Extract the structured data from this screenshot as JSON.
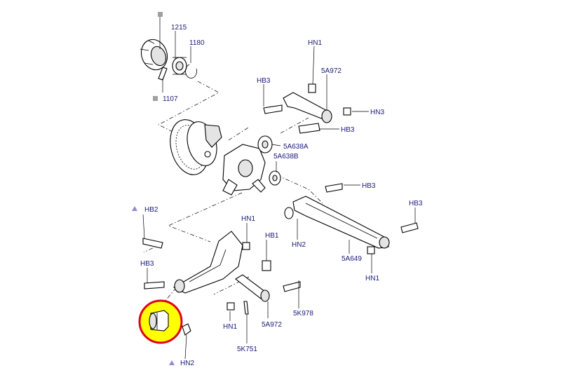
{
  "labels": {
    "p1215": "1215",
    "p1180": "1180",
    "p1107": "1107",
    "hn1_top": "HN1",
    "hb3_top": "HB3",
    "p5a972_top": "5A972",
    "hn3": "HN3",
    "hb3_mid": "HB3",
    "p5a638a": "5A638A",
    "p5a638b": "5A638B",
    "hb3_right": "HB3",
    "hb3_far_right": "HB3",
    "hb2_left": "HB2",
    "hn1_mid": "HN1",
    "hb1": "HB1",
    "hn2_mid": "HN2",
    "p5a649": "5A649",
    "hn1_right": "HN1",
    "hb3_left": "HB3",
    "hn1_bottom": "HN1",
    "p5a972_bottom": "5A972",
    "p5k978": "5K978",
    "p5k751": "5K751",
    "hn2_bottom": "HN2"
  },
  "colors": {
    "label": "#1a1a7a",
    "highlight_fill": "#ffff00",
    "highlight_ring": "#e0001b",
    "marker_square": "#a0a0a0",
    "marker_triangle": "#8c8cd8"
  },
  "icons": {
    "gray_square": "square-marker-icon",
    "triangle": "triangle-marker-icon"
  }
}
